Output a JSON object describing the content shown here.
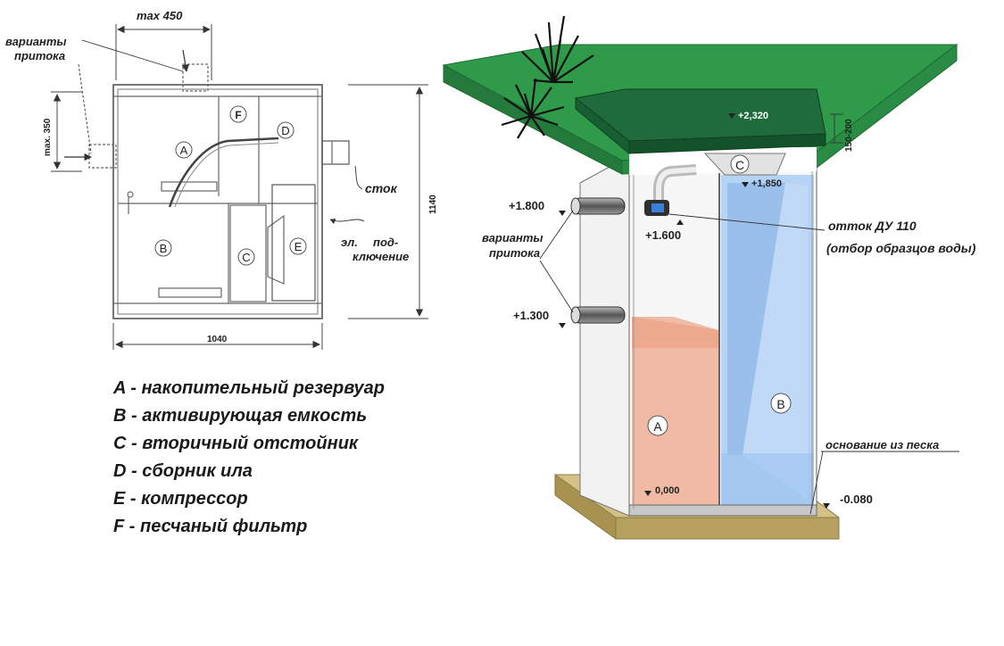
{
  "plan": {
    "max450": "max 450",
    "inflow_variants": [
      "варианты",
      "притока"
    ],
    "max350": "max. 350",
    "width": "1040",
    "height": "1140",
    "stok": "сток",
    "power": [
      "эл.",
      "под-",
      "ключение"
    ],
    "letters": {
      "A": "A",
      "B": "B",
      "C": "C",
      "D": "D",
      "E": "E",
      "F": "F"
    }
  },
  "section": {
    "top_level": "+2,320",
    "soil_depth": "150-200",
    "letter_C": "C",
    "level_1850": "+1,850",
    "level_1800": "+1.800",
    "level_1600": "+1.600",
    "level_1300": "+1.300",
    "inflow_variants": [
      "варианты",
      "притока"
    ],
    "outflow": [
      "отток ДУ 110",
      "(отбор образцов воды)"
    ],
    "letter_A": "A",
    "letter_B": "B",
    "level_0": "0,000",
    "sand_base": "основание из песка",
    "level_minus": "-0.080"
  },
  "legend": [
    "A - накопительный резервуар",
    "B - активирующая емкость",
    "C - вторичный отстойник",
    "D - сборник ила",
    "E - компрессор",
    "F - песчаный фильтр"
  ],
  "colors": {
    "grass": "#2e9a4a",
    "lid": "#1f6b3c",
    "water": "#a9cdf5",
    "sludge": "#f0b39a",
    "sand": "#c7b277"
  }
}
